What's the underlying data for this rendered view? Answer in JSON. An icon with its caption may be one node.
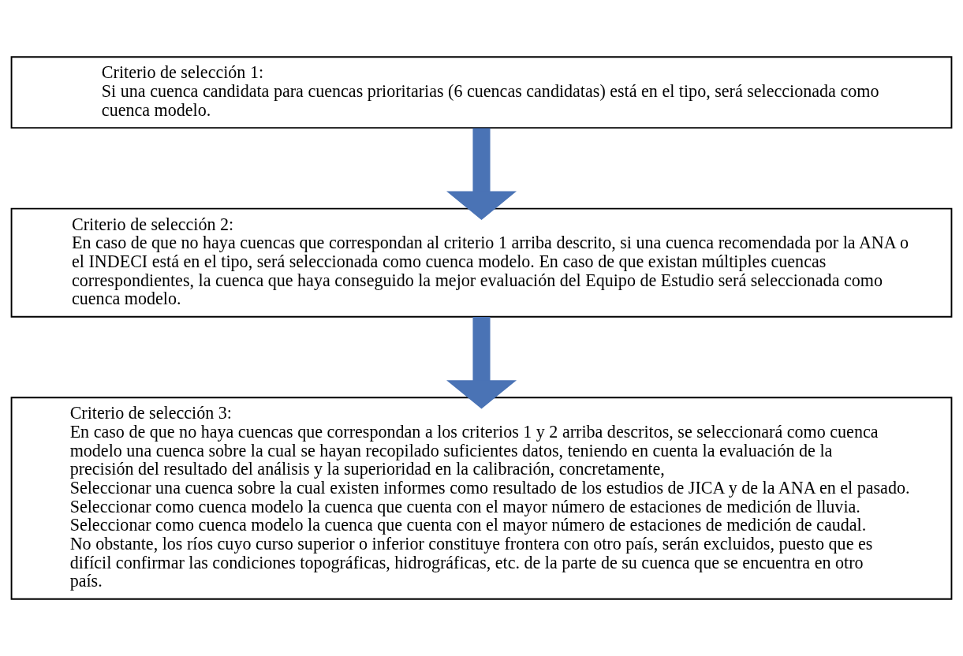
{
  "diagram": {
    "nodes": [
      {
        "text": [
          "Criterio de selección 1:",
          "Si una cuenca candidata para cuencas prioritarias (6 cuencas candidatas) está en el tipo, será seleccionada como cuenca modelo."
        ]
      },
      {
        "text": [
          "Criterio de selección 2:",
          "En caso de que no haya cuencas que correspondan al criterio 1 arriba descrito, si una cuenca recomendada por la ANA o el INDECI está en el tipo, será seleccionada como cuenca modelo. En caso de que existan múltiples cuencas correspondientes, la cuenca que haya conseguido la mejor evaluación del Equipo de Estudio será seleccionada como cuenca modelo."
        ]
      },
      {
        "text": [
          "Criterio de selección 3:",
          "En caso de que no haya cuencas que correspondan a los criterios 1 y 2 arriba descritos, se seleccionará como cuenca modelo una cuenca sobre la cual se hayan recopilado suficientes datos, teniendo en cuenta la evaluación de la precisión del resultado del análisis y la superioridad en la calibración, concretamente,",
          "Seleccionar una cuenca sobre la cual existen informes como resultado de los estudios de JICA y de la ANA en el pasado.",
          "Seleccionar como cuenca modelo la cuenca que cuenta con el mayor número de estaciones de medición de lluvia.",
          "Seleccionar como cuenca modelo la cuenca que cuenta con el mayor número de estaciones de medición de caudal.",
          "No obstante, los ríos cuyo curso superior o inferior constituye frontera con otro país, serán excluidos, puesto que es difícil confirmar las condiciones topográficas, hidrográficas, etc. de la parte de su cuenca que se encuentra en otro país."
        ]
      }
    ],
    "edges": [
      {
        "from": 0,
        "to": 1,
        "arrow": "to"
      },
      {
        "from": 1,
        "to": 2,
        "arrow": "to"
      }
    ]
  }
}
